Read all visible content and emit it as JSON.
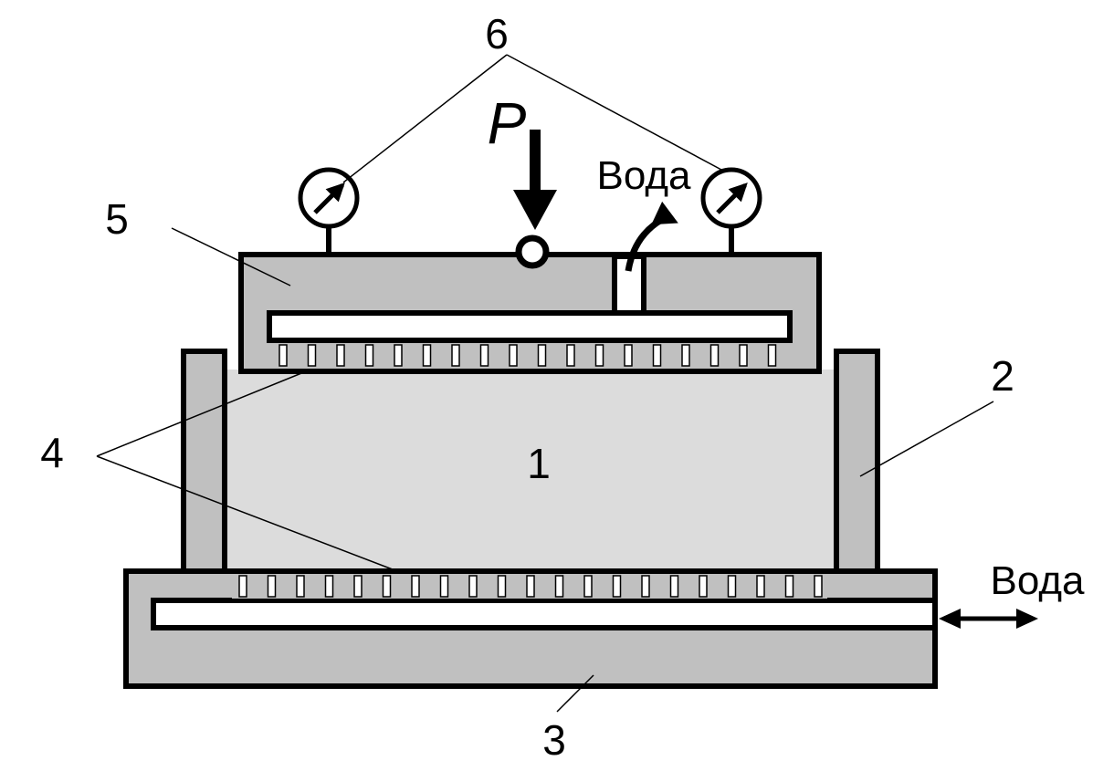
{
  "labels": {
    "soil": "1",
    "ring": "2",
    "base": "3",
    "porous_stones": "4",
    "piston": "5",
    "gauges": "6",
    "load": "P",
    "water_top": "Вода",
    "water_side": "Вода"
  },
  "colors": {
    "soil": "#dcdcdc",
    "metal": "#c0c0c0",
    "channel": "#ffffff",
    "stroke": "#000000"
  },
  "icons": [
    "dial-gauge-icon",
    "dial-gauge-icon",
    "load-arrow-icon",
    "water-outlet-arrow-icon",
    "double-arrow-icon"
  ]
}
